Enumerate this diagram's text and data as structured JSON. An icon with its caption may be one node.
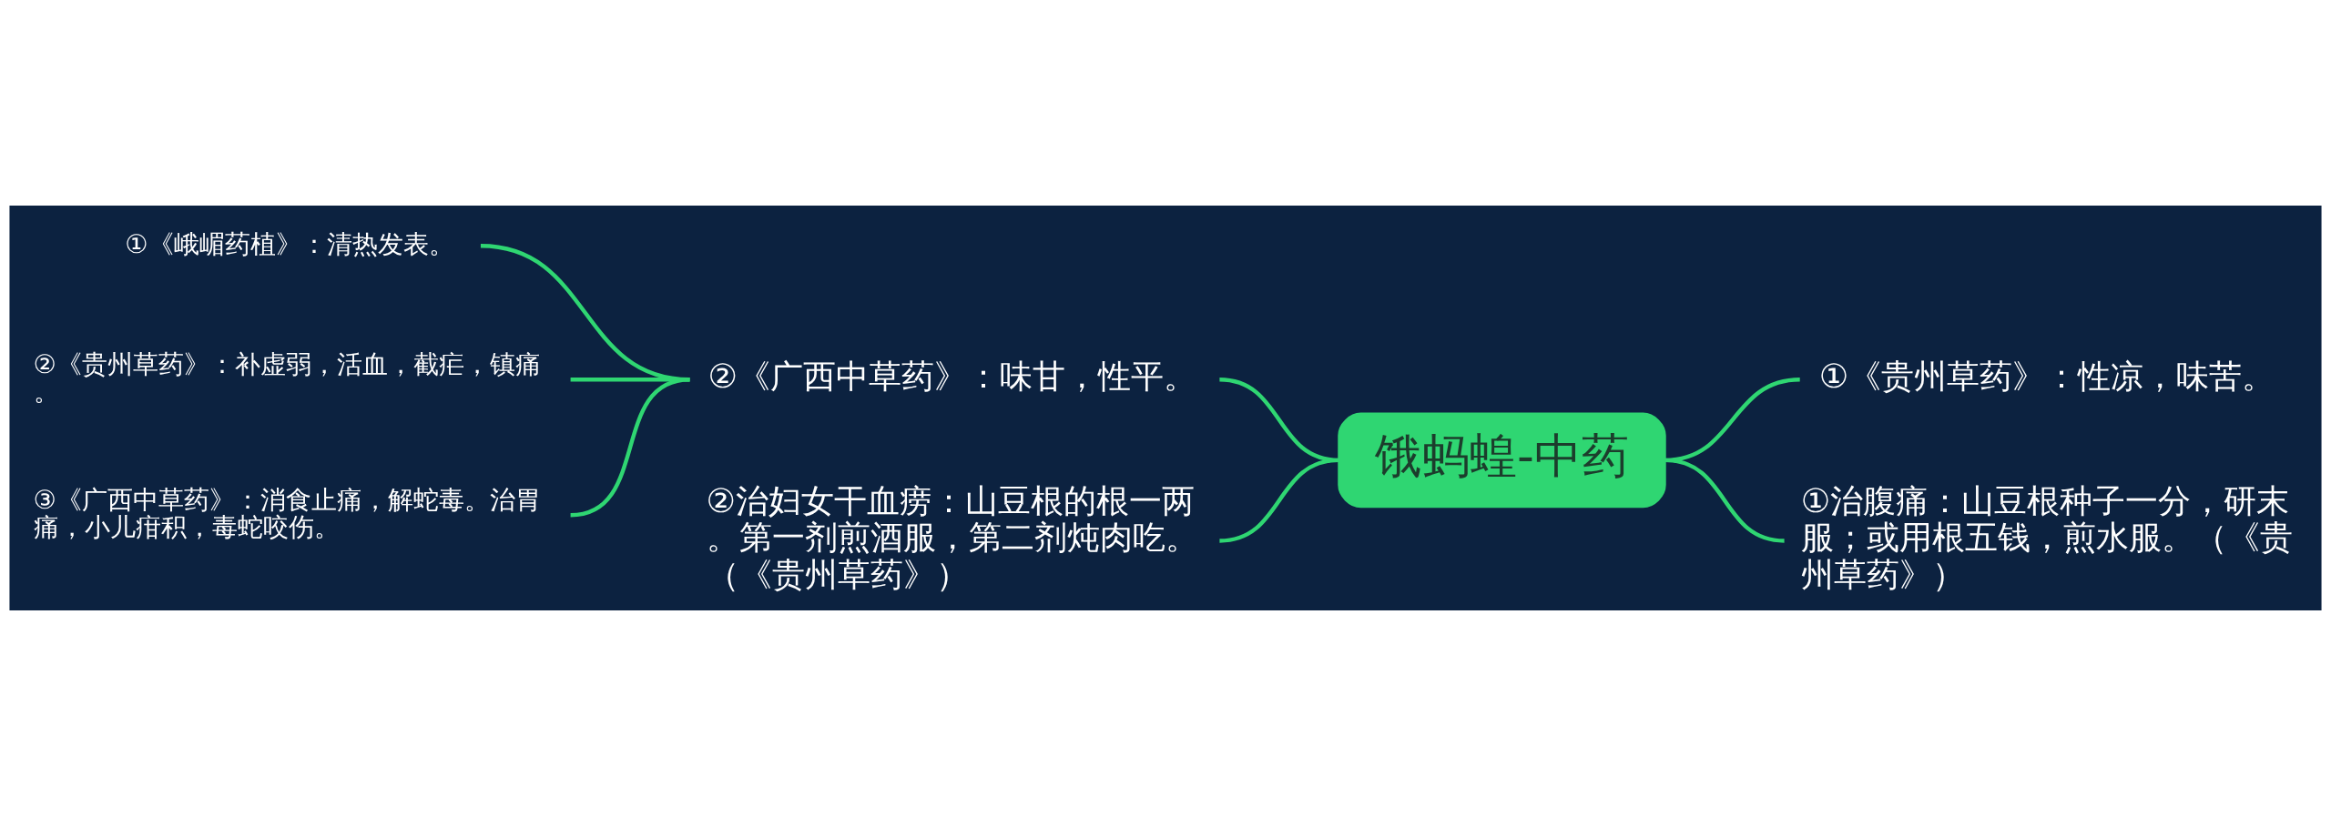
{
  "diagram": {
    "nodes": [
      {
        "text": [
          "饿蚂蝗-中药"
        ]
      },
      {
        "text": [
          "②《广西中草药》：味甘，性平。"
        ]
      },
      {
        "text": [
          "①《峨嵋药植》：清热发表。"
        ]
      },
      {
        "text": [
          "②《贵州草药》：补虚弱，活血，截疟，镇痛。"
        ]
      },
      {
        "text": [
          "③《广西中草药》：消食止痛，解蛇毒。治胃痛，小儿疳积，毒蛇咬伤。"
        ]
      },
      {
        "text": [
          "②治妇女干血痨：山豆根的根一两。第一剂煎酒服，第二剂炖肉吃。（《贵州草药》）"
        ]
      },
      {
        "text": [
          "①《贵州草药》：性凉，味苦。"
        ]
      },
      {
        "text": [
          "①治腹痛：山豆根种子一分，研末服；或用根五钱，煎水服。（《贵州草药》）"
        ]
      }
    ],
    "edges": [
      {
        "from": 0,
        "to": 1,
        "arrow": "none"
      },
      {
        "from": 1,
        "to": 2,
        "arrow": "none"
      },
      {
        "from": 1,
        "to": 3,
        "arrow": "none"
      },
      {
        "from": 1,
        "to": 4,
        "arrow": "none"
      },
      {
        "from": 0,
        "to": 5,
        "arrow": "none"
      },
      {
        "from": 0,
        "to": 6,
        "arrow": "none"
      },
      {
        "from": 0,
        "to": 7,
        "arrow": "none"
      }
    ]
  }
}
